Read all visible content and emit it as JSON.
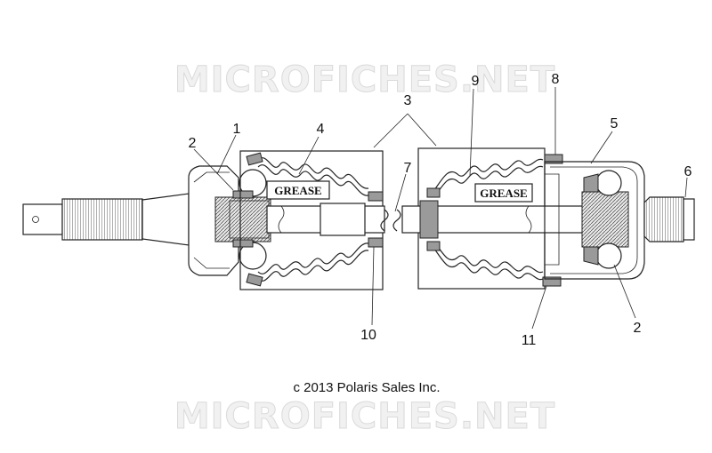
{
  "watermark": {
    "text": "MICROFICHES.NET"
  },
  "grease_label": "GREASE",
  "copyright": "c 2013 Polaris Sales Inc.",
  "callouts": [
    "1",
    "2",
    "3",
    "4",
    "5",
    "6",
    "7",
    "8",
    "9",
    "10",
    "11",
    "2"
  ]
}
